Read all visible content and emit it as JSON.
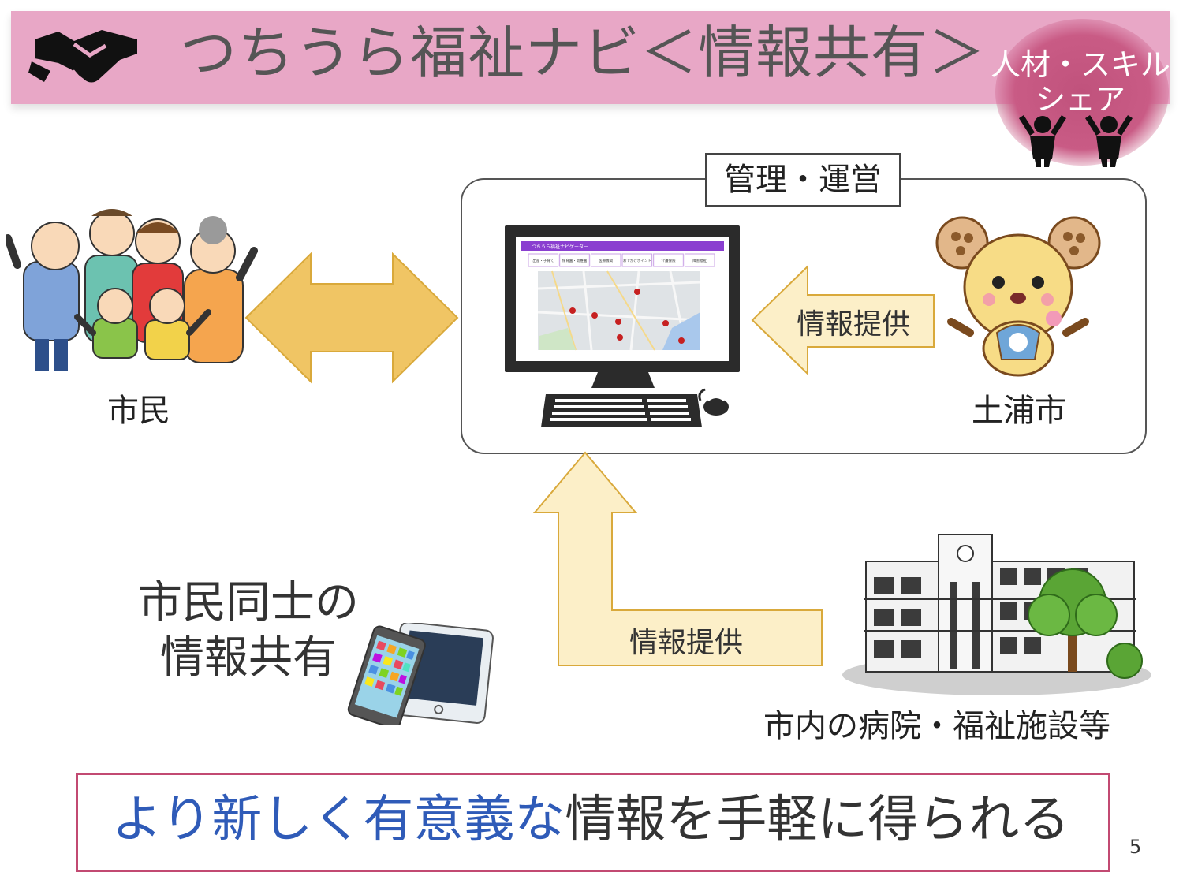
{
  "header": {
    "title": "つちうら福祉ナビ＜情報共有＞",
    "badge_line1": "人材・スキル",
    "badge_line2": "シェア"
  },
  "management": {
    "label": "管理・運営",
    "screen_title": "つちうら福祉ナビゲーター",
    "tabs": [
      "出産・子育て",
      "保育園・幼稚園",
      "医療機関",
      "おでかけポイント",
      "介護保険",
      "障害福祉"
    ]
  },
  "labels": {
    "citizens": "市民",
    "city": "土浦市",
    "provide_top": "情報提供",
    "provide_bottom": "情報提供",
    "facilities": "市内の病院・福祉施設等",
    "share_line1": "市民同士の",
    "share_line2": "情報共有"
  },
  "bottom": {
    "part1": "より新しく有意義な",
    "part2": "情報を手軽に得られる"
  },
  "page_number": "5",
  "colors": {
    "banner": "#e8a7c6",
    "arrow_gold": "#f0c564",
    "arrow_light": "#fcefc8",
    "arrow_border": "#d9a93b",
    "bottom_border": "#c24a72",
    "blue_text": "#2f5bb8"
  },
  "icons": [
    "handshake-icon",
    "cheering-people-icon",
    "family-illustration",
    "computer-icon",
    "mascot-illustration",
    "tablet-phone-icon",
    "hospital-building-illustration"
  ]
}
